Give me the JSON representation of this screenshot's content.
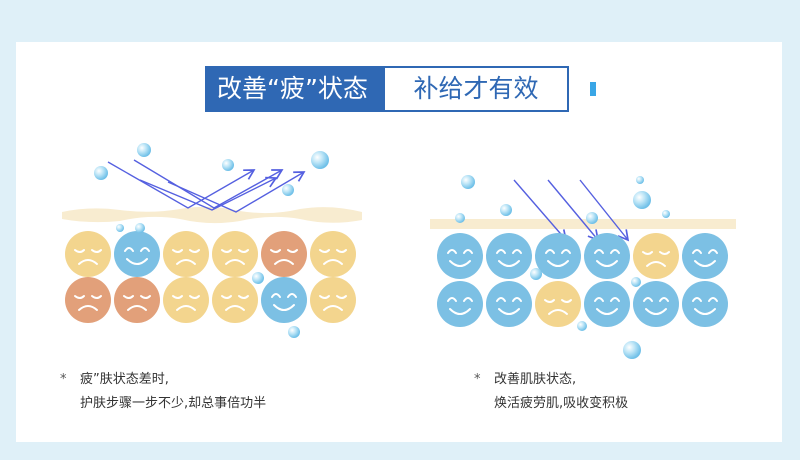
{
  "title": {
    "left": "改善“疲”状态",
    "right": "补给才有效"
  },
  "panels": [
    {
      "id": "left",
      "caption_line1": "疲”肤状态差时,",
      "caption_line2": "护肤步骤一步不少,却总事倍功半",
      "bullet": "*",
      "faces": [
        [
          "tired-yellow",
          "happy-blue",
          "tired-yellow",
          "tired-yellow",
          "tired-orange",
          "tired-yellow"
        ],
        [
          "tired-orange",
          "tired-orange",
          "tired-yellow",
          "tired-yellow",
          "happy-blue",
          "tired-yellow"
        ]
      ]
    },
    {
      "id": "right",
      "caption_line1": "改善肌肤状态,",
      "caption_line2": "焕活疲劳肌,吸收变积极",
      "bullet": "*",
      "faces": [
        [
          "happy-blue",
          "happy-blue",
          "happy-blue",
          "happy-blue",
          "tired-yellow",
          "happy-blue"
        ],
        [
          "happy-blue",
          "happy-blue",
          "tired-yellow",
          "happy-blue",
          "happy-blue",
          "happy-blue"
        ]
      ]
    }
  ],
  "colors": {
    "background": "#dff0f8",
    "title_blue": "#2f68b4",
    "face_yellow": "#f3d58e",
    "face_orange": "#e2a07a",
    "face_blue": "#7cc0e4",
    "arrow": "#5560e0",
    "skin_layer": "#f8ecd0"
  }
}
